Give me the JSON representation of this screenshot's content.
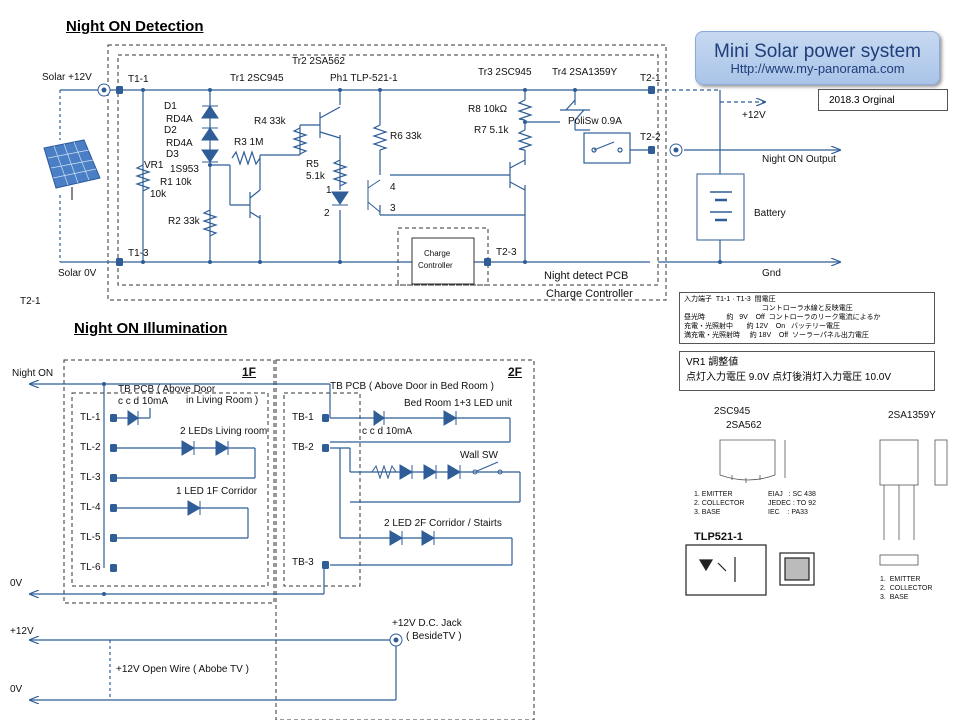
{
  "titles": {
    "detection": "Night  ON  Detection",
    "illumination": "Night  ON  Illumination"
  },
  "banner": {
    "title": "Mini Solar power system",
    "url": "Http://www.my-panorama.com"
  },
  "date": "2018.3  Orginal",
  "terminals": {
    "t11": "T1-1",
    "t13": "T1-3",
    "t21a": "T2-1",
    "t22": "T2-2",
    "t23": "T2-3",
    "t21b": "T2-1"
  },
  "labels": {
    "solar12": "Solar +12V",
    "solar0": "Solar 0V",
    "plus12": "+12V",
    "night_on_output": "Night  ON  Output",
    "battery": "Battery",
    "gnd": "Gnd",
    "night_detect": "Night  detect  PCB",
    "charge_controller_lbl": "Charge  Controller",
    "charge_box_1": "Charge",
    "charge_box_2": "Controller"
  },
  "components": {
    "tr2": "Tr2  2SA562",
    "tr1": "Tr1  2SC945",
    "ph1": "Ph1  TLP-521-1",
    "tr3": "Tr3  2SC945",
    "tr4": "Tr4  2SA1359Y",
    "d1": "D1",
    "d1v": "RD4A",
    "d2": "D2",
    "d2v": "RD4A",
    "d3": "D3",
    "d3v": "1S953",
    "r4": "R4  33k",
    "r3": "R3   1M",
    "r5": "R5",
    "r5v": "5.1k",
    "vr1": "VR1",
    "r1": "R1  10k",
    "vr1v": "10k",
    "r2": "R2  33k",
    "r8": "R8  10kΩ",
    "r7": "R7  5.1k",
    "r6": "R6  33k",
    "polisw": "PoliSw  0.9A",
    "pin1": "1",
    "pin2": "2",
    "pin3": "3",
    "pin4": "4"
  },
  "note_box": "入力端子  T1-1 · T1-3  間電圧\n                                        コントローラ水線と反映電圧\n昼光時           約   9V    Off  コントローラのリーク電流によるか\n充電・光照射中       約 12V    On   バッテリー電圧\n満充電・光照射時     約 18V    Off  ソーラーパネル出力電圧",
  "vr_box": {
    "line1": "VR1  調整値",
    "line2": "点灯入力電圧   9.0V      点灯後消灯入力電圧  10.0V"
  },
  "illum": {
    "night_on": "Night  ON",
    "zero_v": "0V",
    "floor1": "1F",
    "floor2": "2F",
    "tb_pcb_1": "TB PCB  ( Above Door",
    "tb_pcb_1b": "in Living Room )",
    "ccd1": "c c d  10mA",
    "tl1": "TL-1",
    "tl2": "TL-2",
    "tl3": "TL-3",
    "tl4": "TL-4",
    "tl5": "TL-5",
    "tl6": "TL-6",
    "leds_living": "2 LEDs Living  room",
    "led_corridor1": "1 LED  1F  Corridor",
    "tb_pcb_2": "TB PCB  ( Above Door in Bed Room )",
    "tb1": "TB-1",
    "tb2": "TB-2",
    "tb3": "TB-3",
    "bedroom": "Bed Room  1+3    LED unit",
    "ccd2": "c c d  10mA",
    "wall_sw": "Wall  SW",
    "led_corridor2": "2 LED  2F  Corridor  /  Stairts",
    "plus12v": "+12V",
    "zero_v2": "0V",
    "dc_jack": "+12V  D.C. Jack",
    "beside_tv": "( BesideTV )",
    "open_wire": "+12V  Open Wire ( Abobe TV )"
  },
  "datasheet": {
    "tr_name1": "2SC945",
    "tr_name2": "2SA562",
    "tr_name3": "2SA1359Y",
    "pins1": "1. EMITTER\n2. COLLECTOR\n3. BASE",
    "pkg": "EIAJ   : SC 438\nJEDEC : TO 92\nIEC    : PA33",
    "pins2": "1.  EMITTER\n2.  COLLECTOR\n3.  BASE",
    "tlp": "TLP521-1"
  },
  "colors": {
    "wire": "#2f5d97",
    "dash": "#444444",
    "ground_dash": "#6fa0d6"
  }
}
